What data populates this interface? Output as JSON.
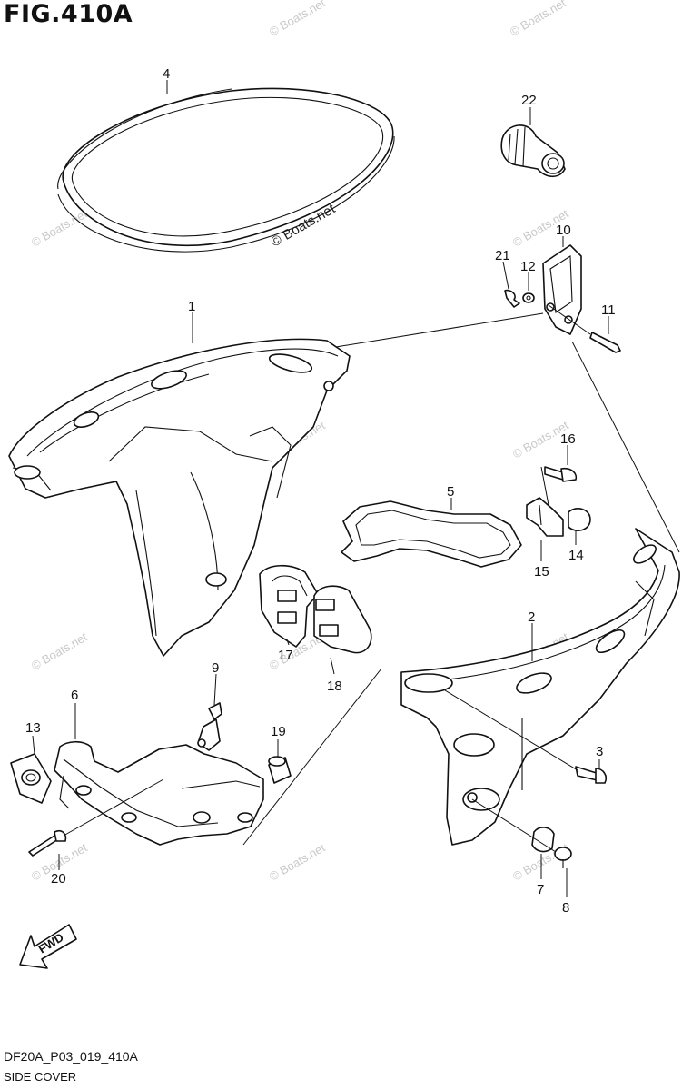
{
  "figure": {
    "title": "FIG.410A",
    "code": "DF20A_P03_019_410A",
    "name": "SIDE COVER"
  },
  "watermark": {
    "text": "© Boats.net",
    "count": 14
  },
  "fwd_label": "FWD",
  "callouts": [
    {
      "id": "4",
      "label": "4"
    },
    {
      "id": "22",
      "label": "22"
    },
    {
      "id": "10",
      "label": "10"
    },
    {
      "id": "21",
      "label": "21"
    },
    {
      "id": "12",
      "label": "12"
    },
    {
      "id": "11",
      "label": "11"
    },
    {
      "id": "1",
      "label": "1"
    },
    {
      "id": "16",
      "label": "16"
    },
    {
      "id": "5",
      "label": "5"
    },
    {
      "id": "14",
      "label": "14"
    },
    {
      "id": "15",
      "label": "15"
    },
    {
      "id": "2",
      "label": "2"
    },
    {
      "id": "17",
      "label": "17"
    },
    {
      "id": "18",
      "label": "18"
    },
    {
      "id": "9",
      "label": "9"
    },
    {
      "id": "6",
      "label": "6"
    },
    {
      "id": "13",
      "label": "13"
    },
    {
      "id": "19",
      "label": "19"
    },
    {
      "id": "3",
      "label": "3"
    },
    {
      "id": "20",
      "label": "20"
    },
    {
      "id": "7",
      "label": "7"
    },
    {
      "id": "8",
      "label": "8"
    }
  ]
}
